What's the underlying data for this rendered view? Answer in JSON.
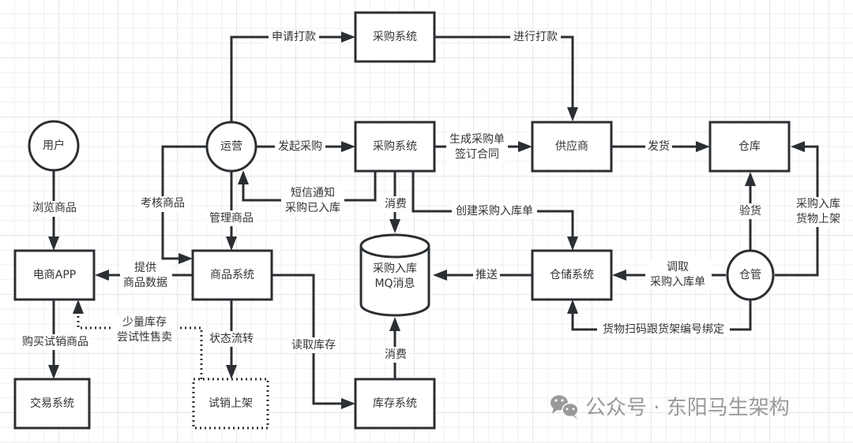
{
  "diagram": {
    "title": "采购入库业务流程",
    "nodes": {
      "user": "用户",
      "ops": "运营",
      "procure_top": "采购系统",
      "procure_mid": "采购系统",
      "supplier": "供应商",
      "warehouse": "仓库",
      "ecommerce_app": "电商APP",
      "product_sys": "商品系统",
      "mq_line1": "采购入库",
      "mq_line2": "MQ消息",
      "storage_sys": "仓储系统",
      "keeper": "仓管",
      "trade_sys": "交易系统",
      "trial_listing": "试销上架",
      "inventory_sys": "库存系统"
    },
    "edges": {
      "apply_payment": "申请打款",
      "make_payment": "进行打款",
      "start_procure": "发起采购",
      "gen_order_1": "生成采购单",
      "gen_order_2": "签订合同",
      "ship": "发货",
      "sms_1": "短信通知",
      "sms_2": "采购已入库",
      "consume_top": "消费",
      "create_inbound": "创建采购入库单",
      "inspect": "验货",
      "inbound_shelf_1": "采购入库",
      "inbound_shelf_2": "货物上架",
      "browse": "浏览商品",
      "review": "考核商品",
      "manage": "管理商品",
      "provide_1": "提供",
      "provide_2": "商品数据",
      "push": "推送",
      "fetch_1": "调取",
      "fetch_2": "采购入库单",
      "small_stock_1": "少量库存",
      "small_stock_2": "尝试性售卖",
      "buy_trial": "购买试销商品",
      "state_flow": "状态流转",
      "read_stock": "读取库存",
      "consume_bottom": "消费",
      "scan_bind": "货物扫码跟货架编号绑定"
    }
  },
  "watermark": {
    "icon": "wechat-icon",
    "text": "公众号 · 东阳马生架构"
  },
  "colors": {
    "stroke": "#2b2f33",
    "text": "#333333",
    "watermark": "#9a9a9a",
    "grid": "#efefef"
  }
}
